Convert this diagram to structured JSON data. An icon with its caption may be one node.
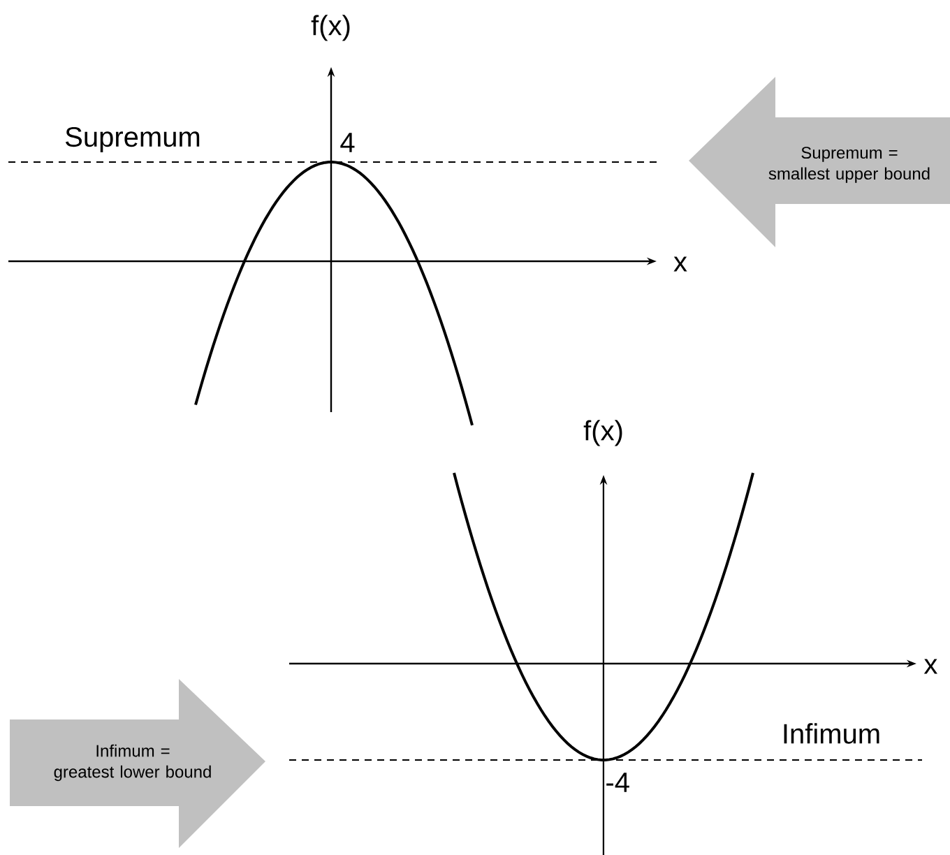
{
  "diagram": {
    "nodes": [
      {
        "text": [
          "Supremum = smallest upper bound"
        ]
      },
      {
        "text": [
          "Infimum = greatest lower bound"
        ]
      }
    ],
    "labels": [
      "f(x)",
      "Supremum",
      "4",
      "x",
      "f(x)",
      "x",
      "Infimum",
      "-4"
    ]
  }
}
